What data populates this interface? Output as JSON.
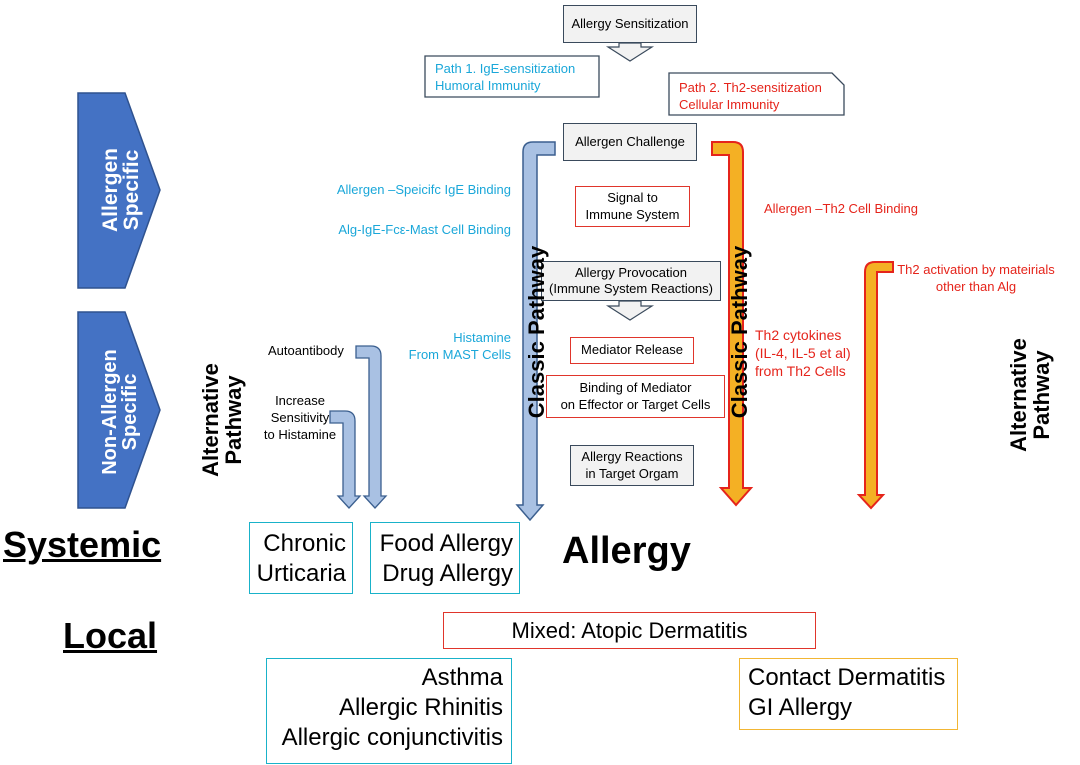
{
  "colors": {
    "blue_fill": "#4472c4",
    "blue_light": "#a9c1e3",
    "cyan": "#1aa7d9",
    "red": "#e5241b",
    "orange_fill": "#f4b024",
    "grey_box": "#f2f2f2"
  },
  "left_arrows": {
    "allergen_specific": [
      "Allergen",
      "Specific"
    ],
    "non_allergen_specific": [
      "Non-Allergen",
      "Specific"
    ]
  },
  "flow": {
    "allergy_sensitization": "Allergy Sensitization",
    "allergen_challenge": "Allergen Challenge",
    "signal": [
      "Signal to",
      "Immune System"
    ],
    "provocation": [
      "Allergy Provocation",
      "(Immune System Reactions)"
    ],
    "mediator_release": "Mediator Release",
    "binding": [
      "Binding of Mediator",
      "on Effector or Target Cells"
    ],
    "reactions": [
      "Allergy Reactions",
      "in Target Orgam"
    ]
  },
  "paths": {
    "path1": [
      "Path 1. IgE-sensitization",
      "Humoral Immunity"
    ],
    "path2": [
      "Path 2. Th2-sensitization",
      "Cellular Immunity"
    ]
  },
  "cyan_labels": {
    "ige_binding": "Allergen –Speicifc IgE Binding",
    "mast_binding": "Alg-IgE-Fcε-Mast Cell Binding",
    "histamine": [
      "Histamine",
      "From MAST Cells"
    ]
  },
  "red_labels": {
    "th2_binding": "Allergen –Th2 Cell Binding",
    "th2_activation": [
      "Th2 activation by mateirials",
      "other than Alg"
    ],
    "th2_cytokines": [
      "Th2 cytokines",
      "(IL-4, IL-5 et al)",
      "from Th2 Cells"
    ]
  },
  "black_labels": {
    "autoantibody": "Autoantibody",
    "sensitivity": [
      "Increase",
      "Sensitivity",
      "to Histamine"
    ]
  },
  "pathways": {
    "classic": "Classic Pathway",
    "alternative": [
      "Alternative",
      "Pathway"
    ]
  },
  "outcomes": {
    "systemic": "Systemic",
    "local": "Local",
    "allergy": "Allergy",
    "chronic_urticaria": [
      "Chronic",
      "Urticaria"
    ],
    "food_drug": [
      "Food Allergy",
      "Drug Allergy"
    ],
    "mixed": "Mixed: Atopic Dermatitis",
    "asthma_group": [
      "Asthma",
      "Allergic Rhinitis",
      "Allergic conjunctivitis"
    ],
    "contact_group": [
      "Contact Dermatitis",
      "GI Allergy"
    ]
  }
}
